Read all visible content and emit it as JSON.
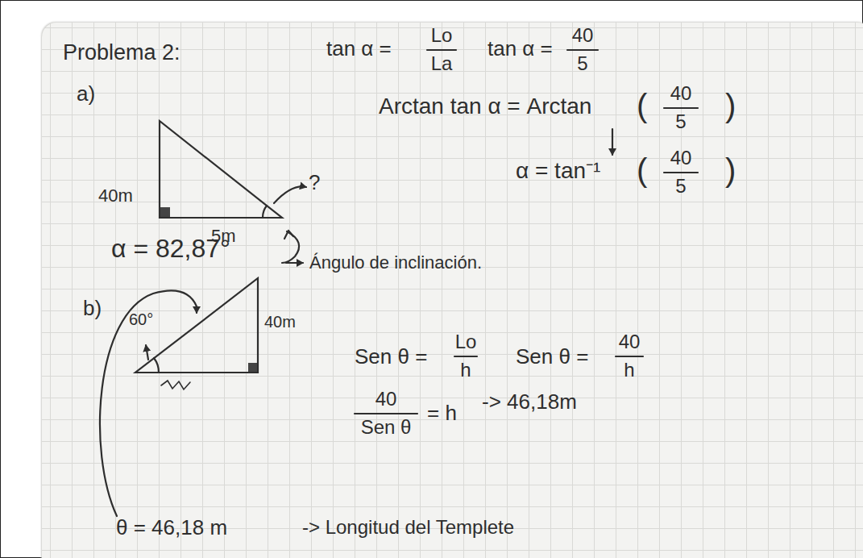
{
  "diagram": {
    "title": "Problema 2:",
    "labels": [
      "a)",
      "40m",
      "5m",
      "?",
      "tan α =",
      "Lo",
      "La",
      "tan α =",
      "40",
      "5",
      "Arctan tan α = Arctan",
      "(",
      "40",
      "5",
      ")",
      "α = tan⁻¹",
      "(",
      "40",
      "5",
      ")",
      "α = 82,87°",
      "Ángulo de inclinación.",
      "b)",
      "60°",
      "40m",
      "Sen θ =",
      "Lo",
      "h",
      "Sen θ =",
      "40",
      "h",
      "40",
      "Sen θ",
      "= h",
      "-> 46,18m",
      "θ = 46,18 m",
      "-> Longitud del Templete"
    ]
  }
}
